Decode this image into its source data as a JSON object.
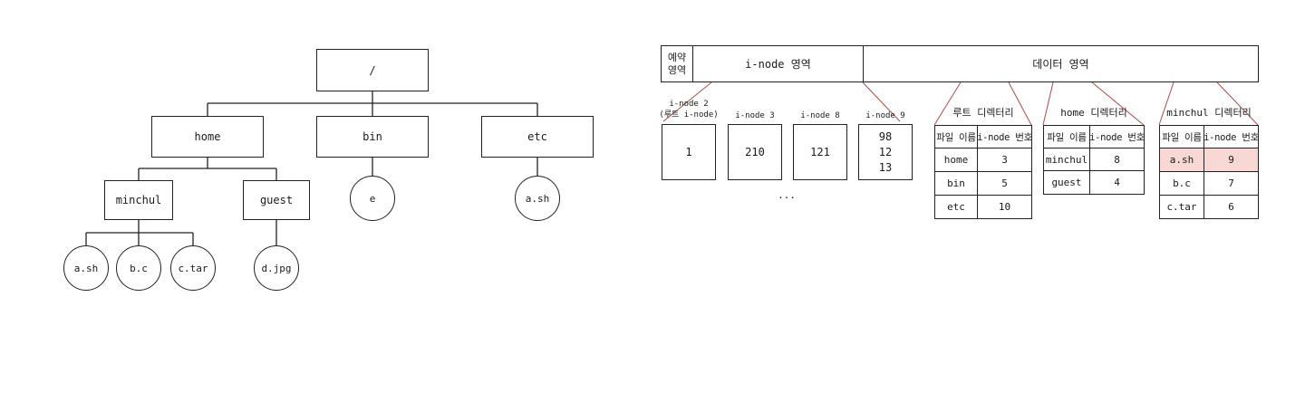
{
  "tree": {
    "root": "/",
    "home": "home",
    "bin": "bin",
    "etc": "etc",
    "minchul": "minchul",
    "guest": "guest",
    "bin_child": "e",
    "etc_child": "a.sh",
    "minchul_children": [
      "a.sh",
      "b.c",
      "c.tar"
    ],
    "guest_child": "d.jpg"
  },
  "disk": {
    "reserved": [
      "예약",
      "영역"
    ],
    "inode_area": "i-node 영역",
    "data_area": "데이터 영역"
  },
  "inodes": [
    {
      "caption": "i-node 2",
      "caption2": "(루트 i-node)",
      "values": [
        "1"
      ]
    },
    {
      "caption": "i-node 3",
      "values": [
        "210"
      ]
    },
    {
      "caption": "i-node 8",
      "values": [
        "121"
      ]
    },
    {
      "caption": "i-node 9",
      "values": [
        "98",
        "12",
        "13"
      ]
    }
  ],
  "ellipsis": "...",
  "directories": [
    {
      "title": "루트 디렉터리",
      "headers": [
        "파일 이름",
        "i-node 번호"
      ],
      "rows": [
        [
          "home",
          "3"
        ],
        [
          "bin",
          "5"
        ],
        [
          "etc",
          "10"
        ]
      ]
    },
    {
      "title": "home 디렉터리",
      "headers": [
        "파일 이름",
        "i-node 번호"
      ],
      "rows": [
        [
          "minchul",
          "8"
        ],
        [
          "guest",
          "4"
        ]
      ]
    },
    {
      "title": "minchul 디렉터리",
      "headers": [
        "파일 이름",
        "i-node 번호"
      ],
      "rows": [
        [
          "a.sh",
          "9"
        ],
        [
          "b.c",
          "7"
        ],
        [
          "c.tar",
          "6"
        ]
      ]
    }
  ],
  "colors": {
    "line": "#222222",
    "zoom_line": "#b04a44",
    "highlight": "#f8d8d4"
  }
}
